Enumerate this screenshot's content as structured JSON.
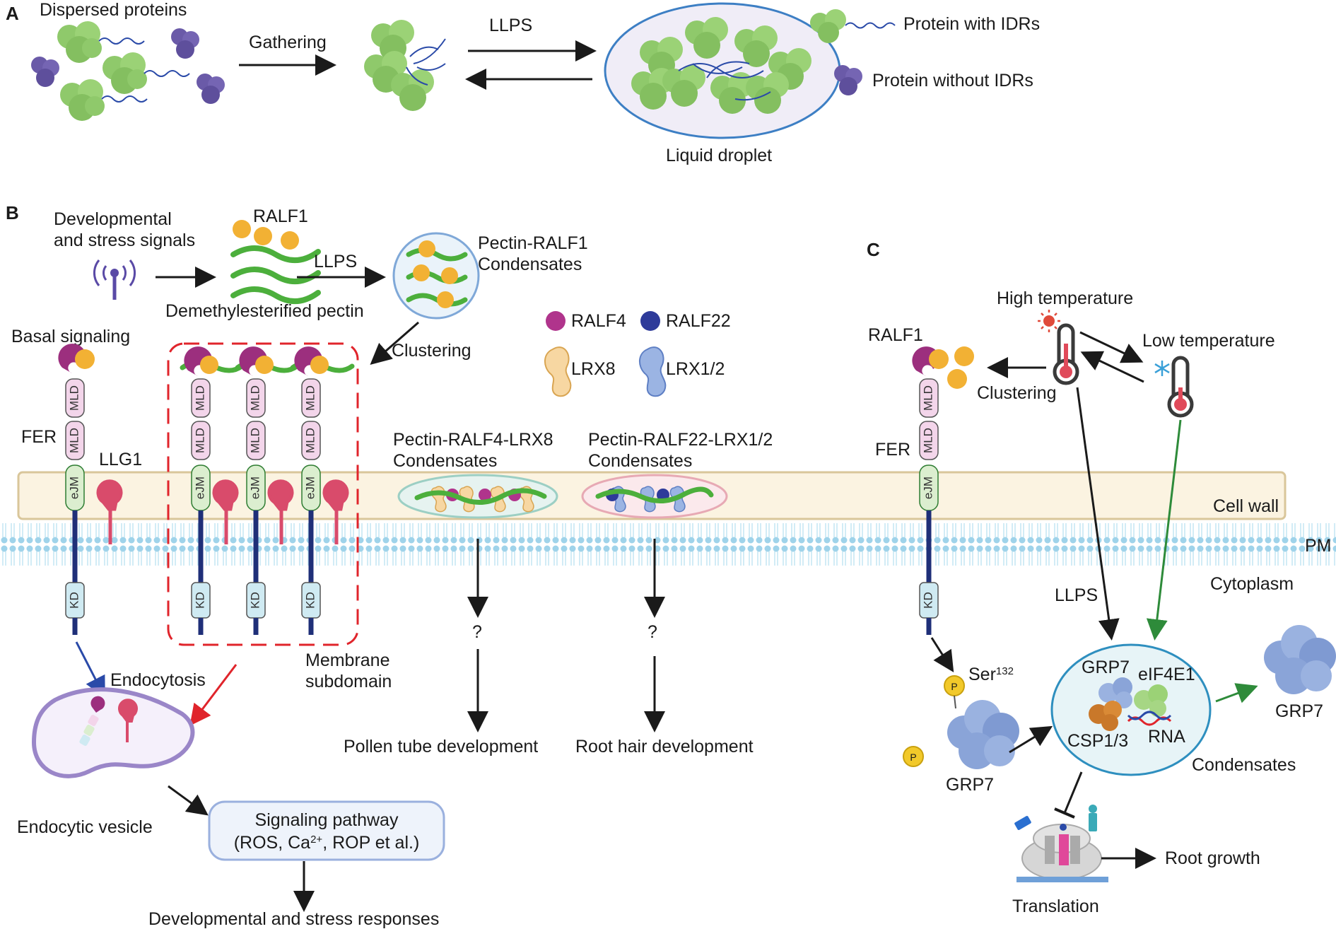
{
  "panels": {
    "a": "A",
    "b": "B",
    "c": "C"
  },
  "panel_a": {
    "dispersed": "Dispersed proteins",
    "gathering": "Gathering",
    "llps": "LLPS",
    "droplet": "Liquid droplet",
    "with_idrs": "Protein with IDRs",
    "without_idrs": "Protein without IDRs"
  },
  "panel_b": {
    "signals_1": "Developmental",
    "signals_2": "and stress signals",
    "ralf1": "RALF1",
    "pectin": "Demethylesterified pectin",
    "llps": "LLPS",
    "condensates_1": "Pectin-RALF1",
    "condensates_2": "Condensates",
    "basal": "Basal signaling",
    "clustering": "Clustering",
    "fer": "FER",
    "llg1": "LLG1",
    "mld": "MLD",
    "ejm": "eJM",
    "kd": "KD",
    "ralf4": "RALF4",
    "ralf22": "RALF22",
    "lrx8": "LRX8",
    "lrx12": "LRX1/2",
    "c1_1": "Pectin-RALF4-LRX8",
    "c1_2": "Condensates",
    "c2_1": "Pectin-RALF22-LRX1/2",
    "c2_2": "Condensates",
    "q": "?",
    "pollen": "Pollen tube development",
    "root_hair": "Root hair development",
    "endocytosis": "Endocytosis",
    "membrane_1": "Membrane",
    "membrane_2": "subdomain",
    "vesicle": "Endocytic vesicle",
    "sig_1": "Signaling pathway",
    "sig_2a": "(ROS, Ca",
    "sig_sup": "2+",
    "sig_2b": ", ROP et al.)",
    "responses": "Developmental and stress responses"
  },
  "shared": {
    "cell_wall": "Cell wall",
    "pm": "PM",
    "cytoplasm": "Cytoplasm"
  },
  "panel_c": {
    "high_temp": "High temperature",
    "low_temp": "Low temperature",
    "ralf1": "RALF1",
    "clustering": "Clustering",
    "fer": "FER",
    "llps": "LLPS",
    "ser": "Ser",
    "ser_sup": "132",
    "p": "P",
    "grp7": "GRP7",
    "eif4e1": "eIF4E1",
    "csp": "CSP1/3",
    "rna": "RNA",
    "condensates": "Condensates",
    "translation": "Translation",
    "root_growth": "Root growth"
  },
  "colors": {
    "green_protein": "#8fc96b",
    "purple_protein": "#6a5aa8",
    "ralf_orange": "#f2b134",
    "receptor_magenta": "#9c2f7e",
    "receptor_stem": "#1f2f78",
    "mld_fill": "#f3d5ea",
    "ejm_fill": "#dbeecf",
    "kd_fill": "#cfeaf2",
    "llg1": "#d94b6b",
    "cell_wall": "#fbf3e1",
    "membrane": "#9fd3ea",
    "red_dash": "#e0242b",
    "blue_arrow": "#2a4aa8",
    "green_arrow": "#2e8b3a"
  }
}
